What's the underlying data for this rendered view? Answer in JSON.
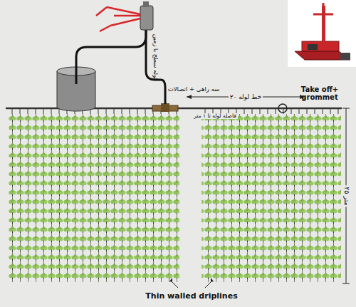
{
  "diagram": {
    "labels": [
      "لوله سطح با زمین",
      "سه راهی + اتصالات",
      "۲۰ خط لوله",
      "فاصله لوله تا ۱ متر",
      "Take off+ grommet",
      "۲۵ متر",
      "Thin walled driplines"
    ]
  }
}
